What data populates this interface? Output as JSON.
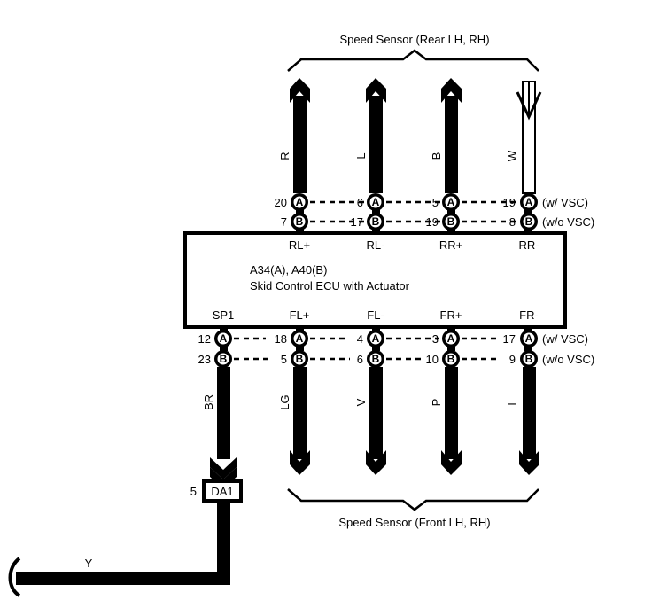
{
  "rear_sensor_label": "Speed Sensor (Rear LH,  RH)",
  "front_sensor_label": "Speed Sensor (Front LH,  RH)",
  "ecu": {
    "title_line1": "A34(A), A40(B)",
    "title_line2": "Skid Control ECU with Actuator",
    "top_terminals": [
      "RL+",
      "RL-",
      "RR+",
      "RR-"
    ],
    "bottom_terminals": [
      "SP1",
      "FL+",
      "FL-",
      "FR+",
      "FR-"
    ]
  },
  "connector_letters": {
    "a": "A",
    "b": "B"
  },
  "top_variants": {
    "a": "(w/ VSC)",
    "b": "(w/o VSC)"
  },
  "bottom_variants": {
    "a": "(w/ VSC)",
    "b": "(w/o VSC)"
  },
  "top_pins_a": [
    "20",
    "6",
    "5",
    "19"
  ],
  "top_pins_b": [
    "7",
    "17",
    "19",
    "8"
  ],
  "bottom_pins_a": [
    "12",
    "18",
    "4",
    "3",
    "17"
  ],
  "bottom_pins_b": [
    "23",
    "5",
    "6",
    "10",
    "9"
  ],
  "top_wire_colors": [
    "R",
    "L",
    "B",
    "W"
  ],
  "bottom_wire_colors": [
    "BR",
    "LG",
    "V",
    "P",
    "L"
  ],
  "junction": {
    "pin": "5",
    "name": "DA1"
  },
  "output_wire_color": "Y"
}
